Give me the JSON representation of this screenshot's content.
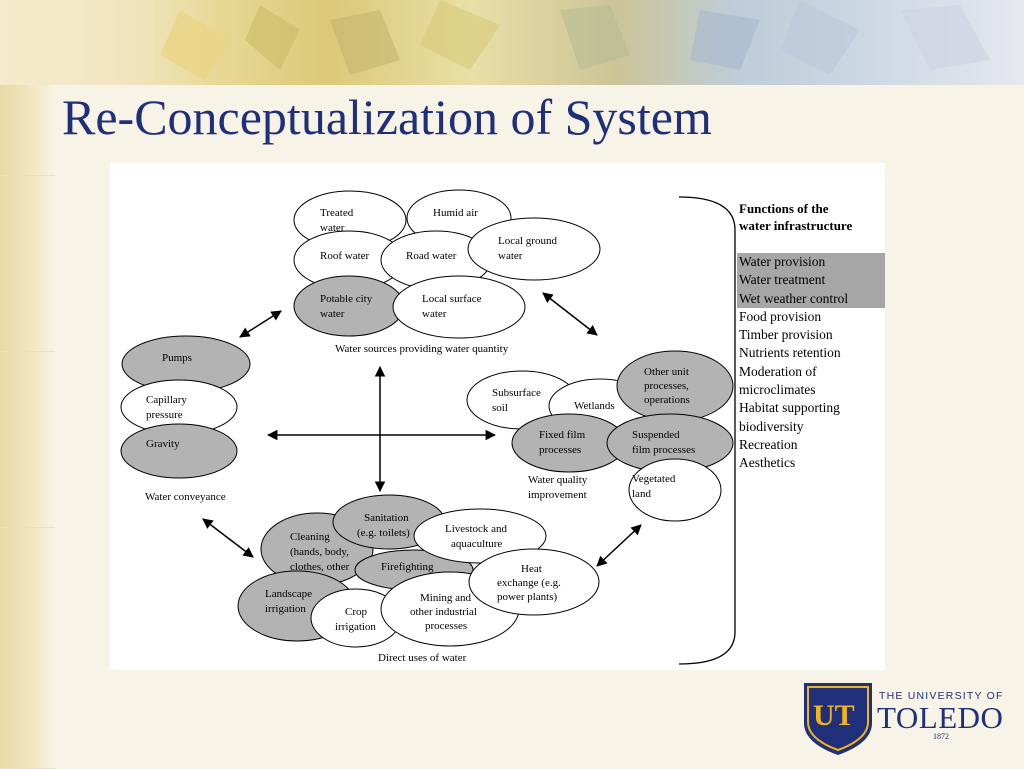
{
  "slide": {
    "title": "Re-Conceptualization of System"
  },
  "diagram": {
    "nodes": {
      "treated_water": [
        "Treated",
        "water"
      ],
      "humid_air": [
        "Humid air"
      ],
      "roof_water": [
        "Roof water"
      ],
      "road_water": [
        "Road water"
      ],
      "local_ground_water": [
        "Local ground",
        "water"
      ],
      "potable_city_water": [
        "Potable city",
        "water"
      ],
      "local_surface_water": [
        "Local surface",
        "water"
      ],
      "pumps": [
        "Pumps"
      ],
      "capillary_pressure": [
        "Capillary",
        "pressure"
      ],
      "gravity": [
        "Gravity"
      ],
      "subsurface_soil": [
        "Subsurface",
        "soil"
      ],
      "wetlands": [
        "Wetlands"
      ],
      "other_unit_processes": [
        "Other unit",
        "processes,",
        "operations"
      ],
      "fixed_film_processes": [
        "Fixed film",
        "processes"
      ],
      "suspended_film_processes": [
        "Suspended",
        "film processes"
      ],
      "vegetated_land": [
        "Vegetated",
        "land"
      ],
      "cleaning": [
        "Cleaning",
        "(hands, body,",
        "clothes, other"
      ],
      "sanitation": [
        "Sanitation",
        "(e.g. toilets)"
      ],
      "livestock_aquaculture": [
        "Livestock and",
        "aquaculture"
      ],
      "firefighting": [
        "Firefighting"
      ],
      "heat_exchange": [
        "Heat",
        "exchange (e.g.",
        "power plants)"
      ],
      "landscape_irrigation": [
        "Landscape",
        "irrigation"
      ],
      "crop_irrigation": [
        "Crop",
        "irrigation"
      ],
      "mining_industrial": [
        "Mining and",
        "other industrial",
        "processes"
      ]
    },
    "group_labels": {
      "water_sources": "Water sources providing water quantity",
      "water_conveyance": "Water conveyance",
      "water_quality": [
        "Water quality",
        "improvement"
      ],
      "direct_uses": "Direct uses of water"
    },
    "colors": {
      "shaded_node": "#b3b3b3",
      "plain_node": "#ffffff"
    }
  },
  "functions": {
    "header": [
      "Functions of the",
      "water infrastructure"
    ],
    "items": [
      {
        "label": "Water provision",
        "highlighted": true
      },
      {
        "label": "Water treatment",
        "highlighted": true
      },
      {
        "label": "Wet weather control",
        "highlighted": true
      },
      {
        "label": "Food provision",
        "highlighted": false
      },
      {
        "label": "Timber provision",
        "highlighted": false
      },
      {
        "label": "Nutrients retention",
        "highlighted": false
      },
      {
        "label": "Moderation of",
        "highlighted": false
      },
      {
        "label": "microclimates",
        "highlighted": false
      },
      {
        "label": "Habitat supporting",
        "highlighted": false
      },
      {
        "label": "biodiversity",
        "highlighted": false
      },
      {
        "label": "Recreation",
        "highlighted": false
      },
      {
        "label": "Aesthetics",
        "highlighted": false
      }
    ]
  },
  "logo": {
    "monogram": "UT",
    "line1": "THE UNIVERSITY OF",
    "line2": "TOLEDO",
    "year": "1872",
    "colors": {
      "navy": "#1f2f7a",
      "gold": "#f2b41b"
    }
  }
}
